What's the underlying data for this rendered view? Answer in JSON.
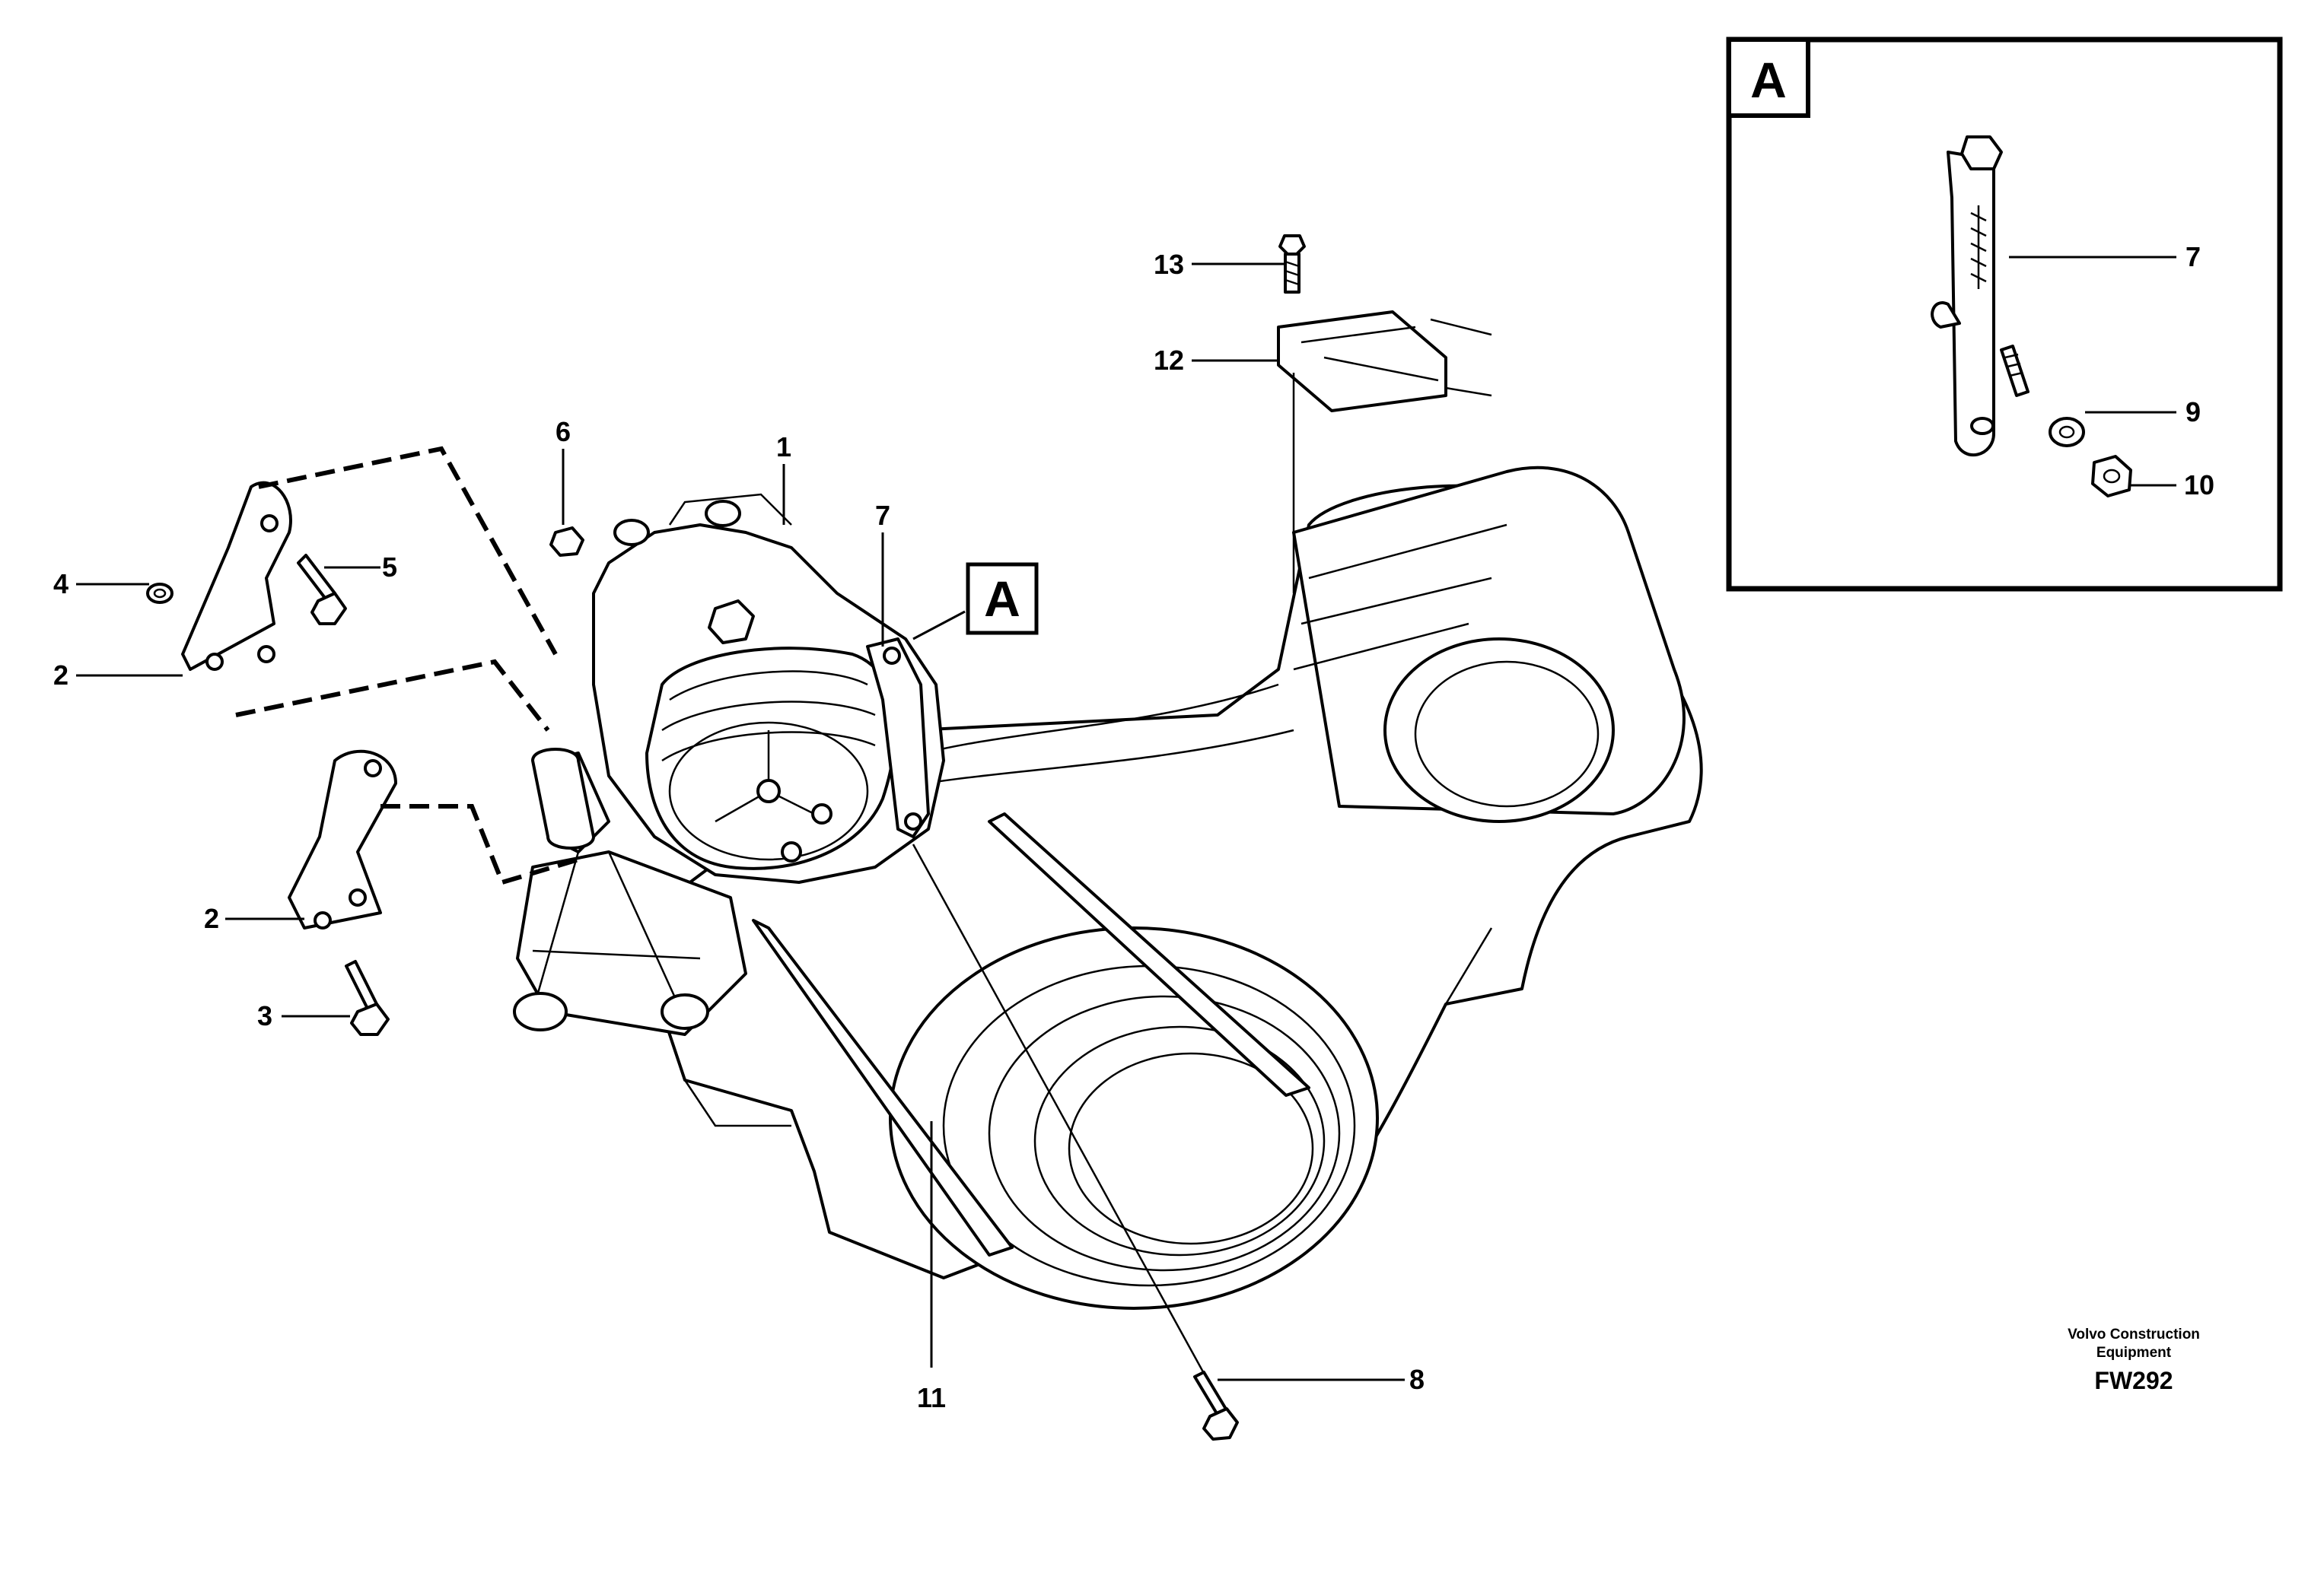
{
  "callouts": {
    "c1": "1",
    "c2a": "2",
    "c2b": "2",
    "c3": "3",
    "c4": "4",
    "c5": "5",
    "c6": "6",
    "c7": "7",
    "c8": "8",
    "c11": "11",
    "c12": "12",
    "c13": "13"
  },
  "view_marker": "A",
  "detail": {
    "title": "A",
    "c7": "7",
    "c9": "9",
    "c10": "10"
  },
  "footer": {
    "brand_line1": "Volvo Construction",
    "brand_line2": "Equipment",
    "code": "FW292"
  }
}
